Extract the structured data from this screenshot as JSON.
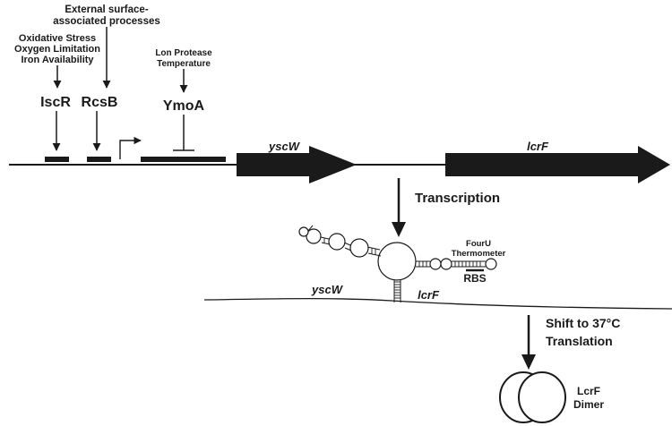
{
  "regulators": {
    "external_line1": "External surface-",
    "external_line2": "associated processes",
    "stress_line1": "Oxidative Stress",
    "stress_line2": "Oxygen Limitation",
    "stress_line3": "Iron Availability",
    "lon_line1": "Lon Protease",
    "lon_line2": "Temperature",
    "iscr": "IscR",
    "rcsb": "RcsB",
    "ymoa": "YmoA"
  },
  "genes": {
    "yscw": "yscW",
    "lcrf": "lcrF"
  },
  "steps": {
    "transcription": "Transcription",
    "shift_line1": "Shift to 37°C",
    "shift_line2": "Translation"
  },
  "mrna": {
    "fouru_line1": "FourU",
    "fouru_line2": "Thermometer",
    "rbs": "RBS",
    "yscw": "yscW",
    "lcrf": "lcrF"
  },
  "protein": {
    "line1": "LcrF",
    "line2": "Dimer"
  },
  "colors": {
    "ink": "#1a1a1a",
    "background": "#ffffff"
  }
}
